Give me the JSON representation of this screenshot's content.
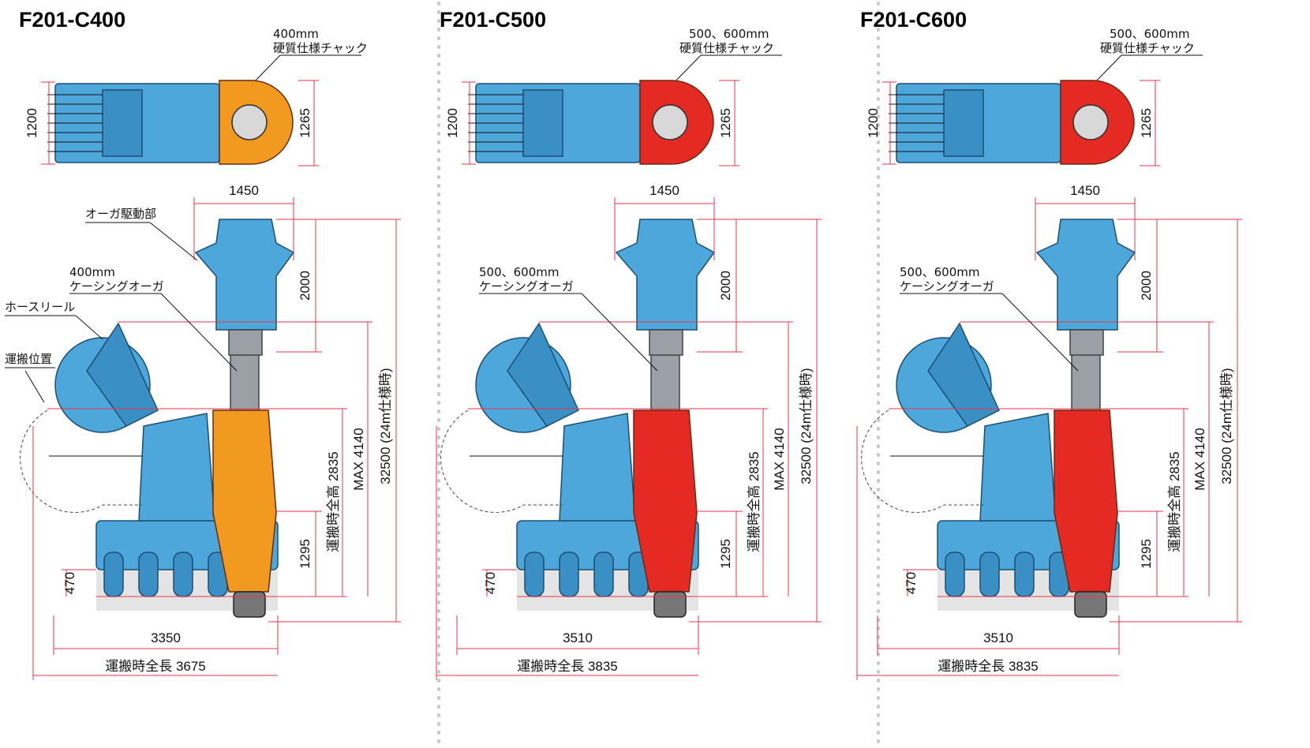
{
  "accent_colors": {
    "dimension_line": "#e8364c",
    "body_blue": "#4ea7da",
    "chuck_c400": "#f29a1f",
    "chuck_c500": "#e42a22",
    "chuck_c600": "#e42a22"
  },
  "panels": [
    {
      "model": "F201-C400",
      "chuck_callout": [
        "400mm",
        "硬質仕様チャック"
      ],
      "top_left_dim": "1200",
      "top_right_dim": "1265",
      "head_width": "1450",
      "head_height": "2000",
      "auger_callout": [
        "400mm",
        "ケーシングオーガ"
      ],
      "drive_label": "オーガ駆動部",
      "hose_label": "ホースリール",
      "transport_label": "運搬位置",
      "transport_height": "運搬時全高 2835",
      "max_height": "MAX 4140",
      "spec_height": "32500 (24m仕様時)",
      "low_dim": "1295",
      "ground_dim": "470",
      "length": "3350",
      "transport_length": "運搬時全長 3675"
    },
    {
      "model": "F201-C500",
      "chuck_callout": [
        "500、600mm",
        "硬質仕様チャック"
      ],
      "top_left_dim": "1200",
      "top_right_dim": "1265",
      "head_width": "1450",
      "head_height": "2000",
      "auger_callout": [
        "500、600mm",
        "ケーシングオーガ"
      ],
      "transport_height": "運搬時全高 2835",
      "max_height": "MAX 4140",
      "spec_height": "32500 (24m仕様時)",
      "low_dim": "1295",
      "ground_dim": "470",
      "length": "3510",
      "transport_length": "運搬時全長 3835"
    },
    {
      "model": "F201-C600",
      "chuck_callout": [
        "500、600mm",
        "硬質仕様チャック"
      ],
      "top_left_dim": "1200",
      "top_right_dim": "1265",
      "head_width": "1450",
      "head_height": "2000",
      "auger_callout": [
        "500、600mm",
        "ケーシングオーガ"
      ],
      "transport_height": "運搬時全高 2835",
      "max_height": "MAX 4140",
      "spec_height": "32500 (24m仕様時)",
      "low_dim": "1295",
      "ground_dim": "470",
      "length": "3510",
      "transport_length": "運搬時全長 3835"
    }
  ]
}
